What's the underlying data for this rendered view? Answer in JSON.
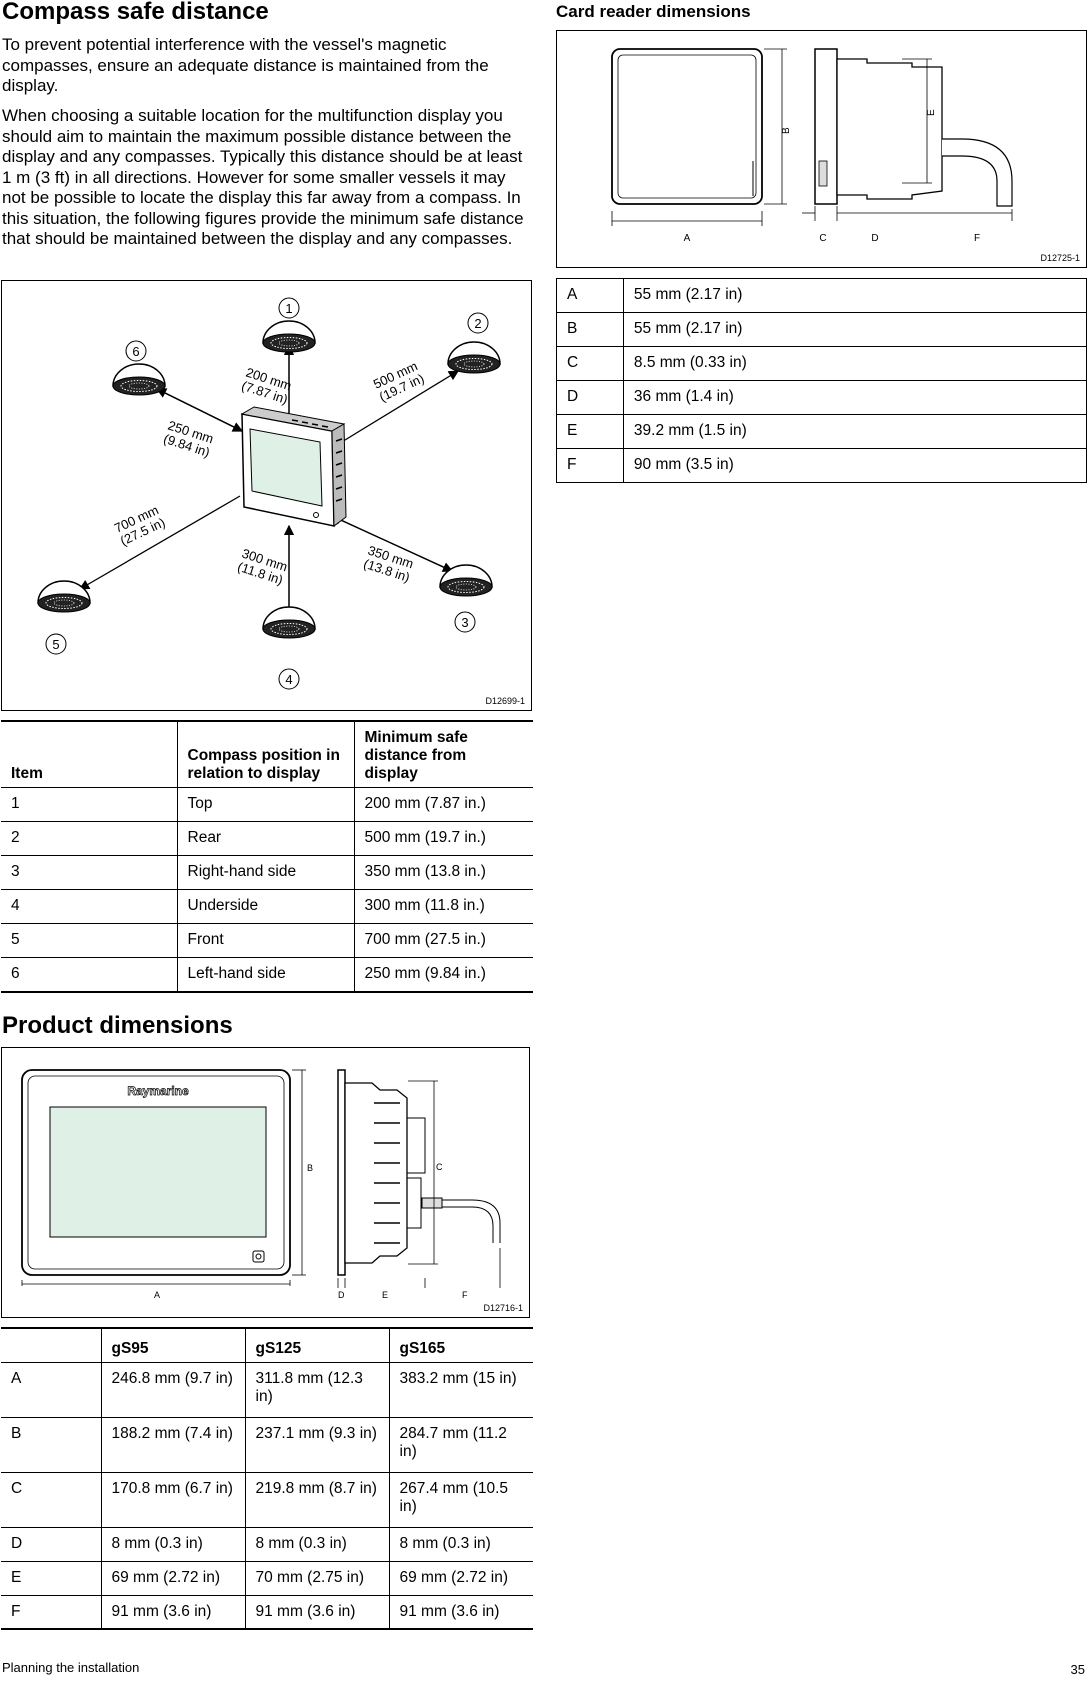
{
  "compass": {
    "title": "Compass safe distance",
    "para1": "To prevent potential interference with the vessel's magnetic compasses, ensure an adequate distance is maintained from the display.",
    "para2": "When choosing a suitable location for the multifunction display you should aim to maintain the maximum possible distance between the display and any compasses. Typically this distance should be at least 1 m (3 ft) in all directions. However for some smaller vessels it may not be possible to locate the display this far away from a compass. In this situation, the following figures provide the minimum safe distance that should be maintained between the display and any compasses.",
    "figure": {
      "id": "D12699-1",
      "labels": {
        "d1a": "200 mm",
        "d1b": "(7.87 in)",
        "d2a": "500 mm",
        "d2b": "(19.7 in)",
        "d6a": "250 mm",
        "d6b": "(9.84 in)",
        "d5a": "700 mm",
        "d5b": "(27.5 in)",
        "d4a": "300 mm",
        "d4b": "(11.8 in)",
        "d3a": "350 mm",
        "d3b": "(13.8 in)",
        "n1": "1",
        "n2": "2",
        "n3": "3",
        "n4": "4",
        "n5": "5",
        "n6": "6"
      }
    },
    "table": {
      "headers": [
        "Item",
        "Compass position in relation to display",
        "Minimum safe distance from display"
      ],
      "rows": [
        [
          "1",
          "Top",
          "200 mm (7.87 in.)"
        ],
        [
          "2",
          "Rear",
          "500 mm (19.7 in.)"
        ],
        [
          "3",
          "Right-hand side",
          "350 mm (13.8 in.)"
        ],
        [
          "4",
          "Underside",
          "300 mm (11.8 in.)"
        ],
        [
          "5",
          "Front",
          "700 mm (27.5 in.)"
        ],
        [
          "6",
          "Left-hand side",
          "250 mm (9.84 in.)"
        ]
      ]
    }
  },
  "product": {
    "title": "Product dimensions",
    "figure": {
      "id": "D12716-1",
      "brand": "Raymarine",
      "labels": {
        "a": "A",
        "b": "B",
        "c": "C",
        "d": "D",
        "e": "E",
        "f": "F"
      }
    },
    "table": {
      "headers": [
        "",
        "gS95",
        "gS125",
        "gS165"
      ],
      "rows": [
        [
          "A",
          "246.8 mm (9.7 in)",
          "311.8 mm (12.3 in)",
          "383.2 mm (15 in)"
        ],
        [
          "B",
          "188.2 mm (7.4 in)",
          "237.1 mm (9.3 in)",
          "284.7 mm (11.2 in)"
        ],
        [
          "C",
          "170.8 mm (6.7 in)",
          "219.8 mm (8.7 in)",
          "267.4 mm (10.5 in)"
        ],
        [
          "D",
          "8 mm (0.3 in)",
          "8 mm (0.3 in)",
          "8 mm (0.3 in)"
        ],
        [
          "E",
          "69 mm (2.72 in)",
          "70 mm (2.75 in)",
          "69 mm (2.72 in)"
        ],
        [
          "F",
          "91 mm (3.6 in)",
          "91 mm (3.6 in)",
          "91 mm (3.6 in)"
        ]
      ]
    }
  },
  "card": {
    "title": "Card reader dimensions",
    "figure": {
      "id": "D12725-1",
      "labels": {
        "a": "A",
        "b": "B",
        "c": "C",
        "d": "D",
        "e": "E",
        "f": "F"
      }
    },
    "table": {
      "rows": [
        [
          "A",
          "55 mm (2.17 in)"
        ],
        [
          "B",
          "55 mm (2.17 in)"
        ],
        [
          "C",
          "8.5 mm (0.33 in)"
        ],
        [
          "D",
          "36 mm (1.4 in)"
        ],
        [
          "E",
          "39.2 mm (1.5 in)"
        ],
        [
          "F",
          "90 mm (3.5 in)"
        ]
      ]
    }
  },
  "footer": {
    "section": "Planning the installation",
    "page": "35"
  }
}
